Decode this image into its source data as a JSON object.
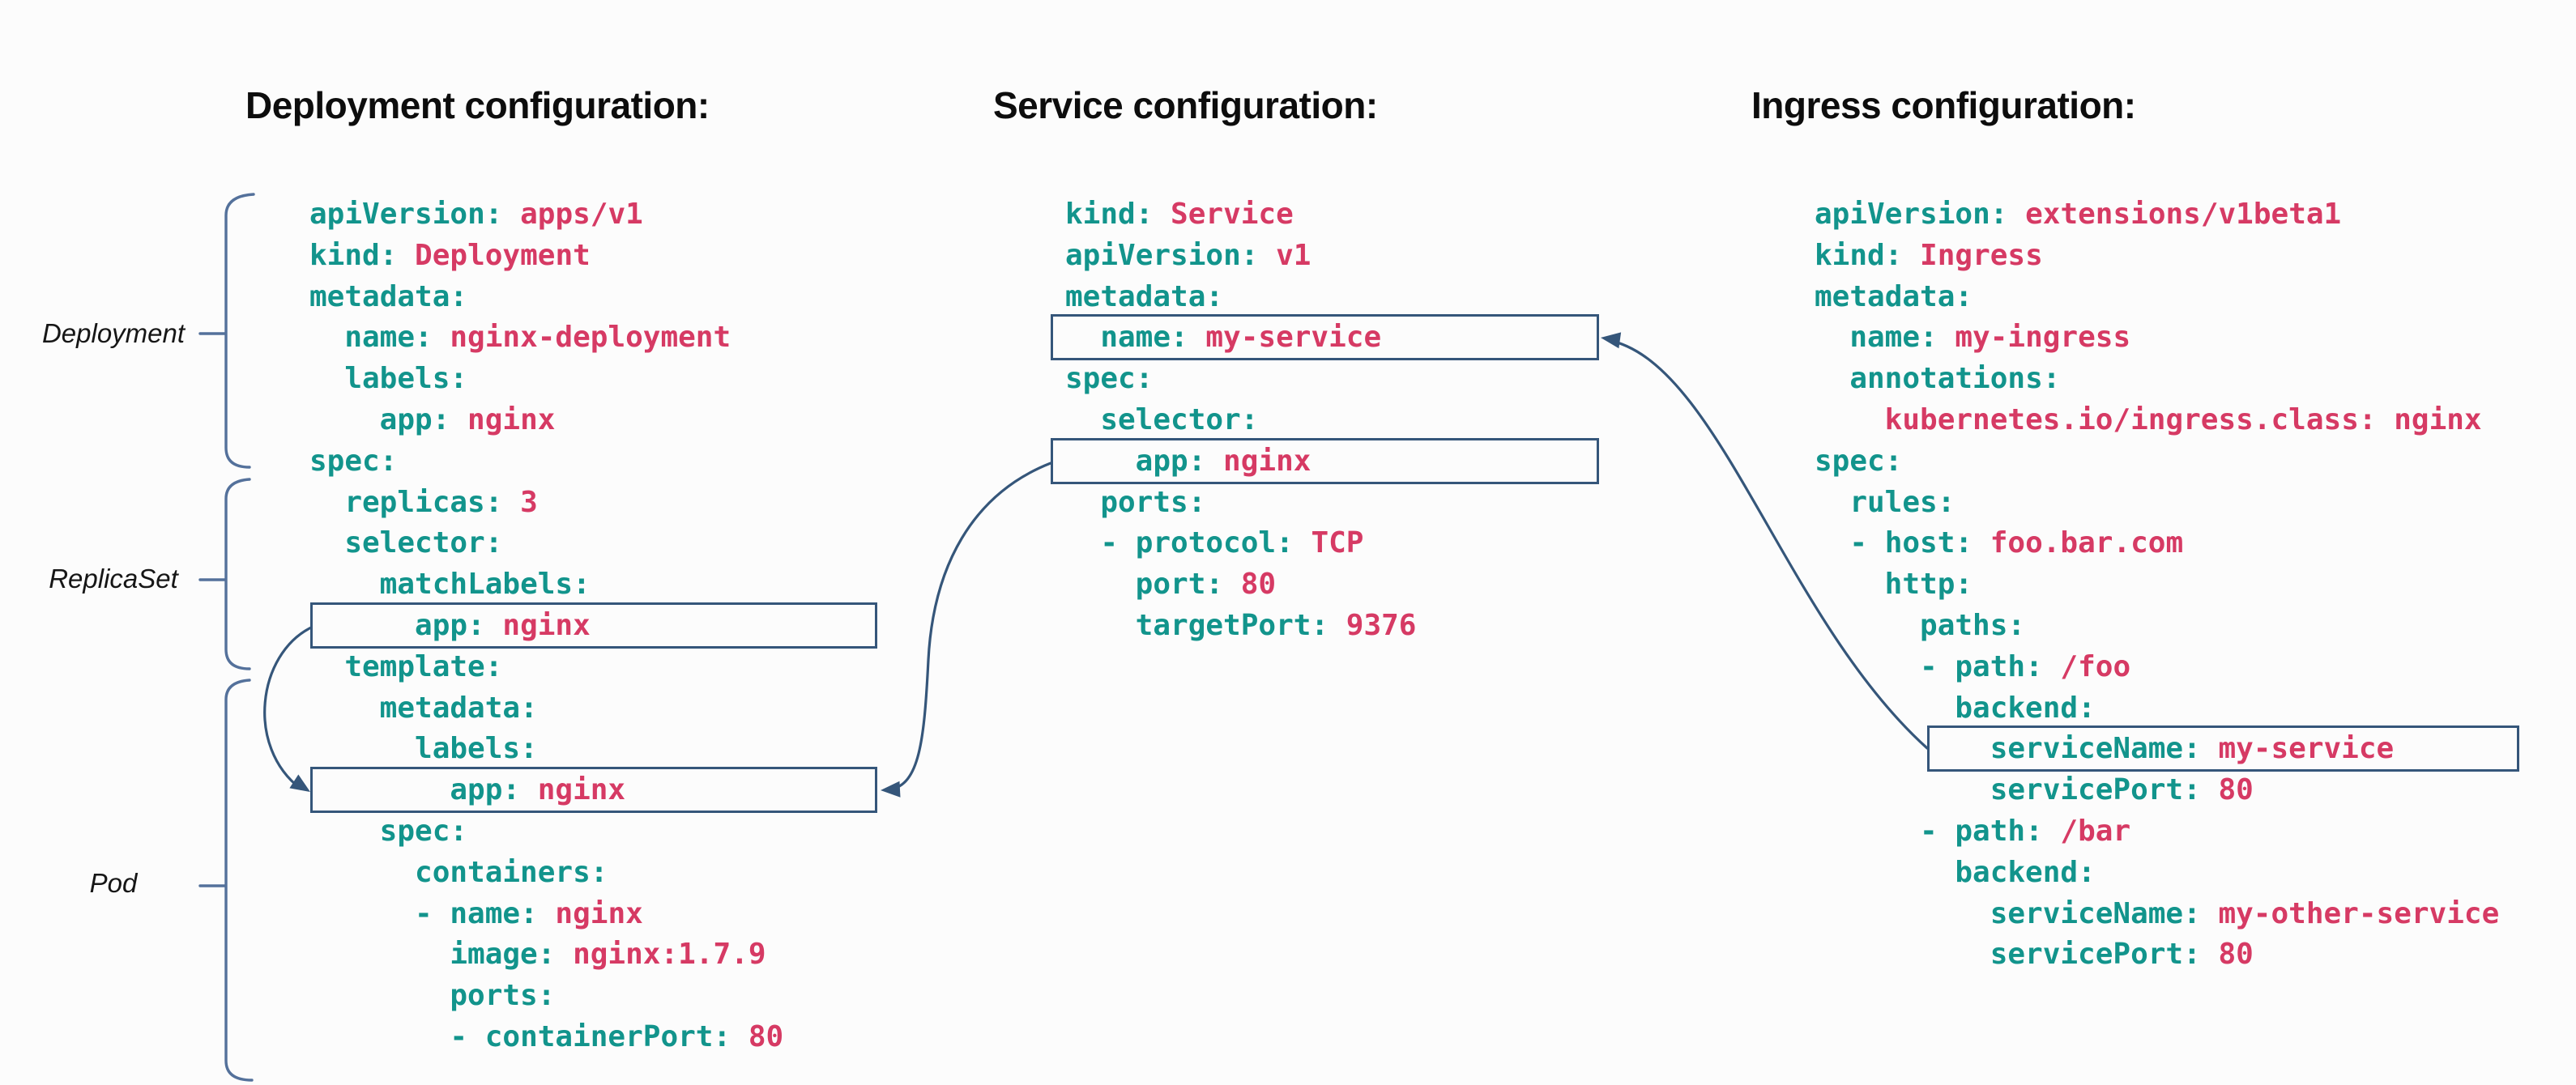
{
  "colors": {
    "key": "#12948c",
    "value": "#d63a64",
    "line": "#35567a",
    "bracket": "#54719b",
    "title": "#0d0d0d",
    "label": "#161616",
    "bg": "#fcfcfc"
  },
  "side_labels": [
    {
      "label": "Deployment"
    },
    {
      "label": "ReplicaSet"
    },
    {
      "label": "Pod"
    }
  ],
  "links": [
    {
      "from": "deployment.spec.selector.matchLabels.app",
      "to": "deployment.spec.template.metadata.labels.app"
    },
    {
      "from": "service.spec.selector.app",
      "to": "deployment.spec.template.metadata.labels.app"
    },
    {
      "from": "ingress.spec.rules.paths./foo.backend.serviceName",
      "to": "service.metadata.name"
    }
  ],
  "columns": [
    {
      "title": "Deployment configuration:",
      "lines": [
        {
          "in": 0,
          "k": "apiVersion:",
          "v": "apps/v1"
        },
        {
          "in": 0,
          "k": "kind:",
          "v": "Deployment"
        },
        {
          "in": 0,
          "k": "metadata:",
          "v": ""
        },
        {
          "in": 2,
          "k": "name:",
          "v": "nginx-deployment"
        },
        {
          "in": 2,
          "k": "labels:",
          "v": ""
        },
        {
          "in": 4,
          "k": "app:",
          "v": "nginx"
        },
        {
          "in": 0,
          "k": "spec:",
          "v": ""
        },
        {
          "in": 2,
          "k": "replicas:",
          "v": "3"
        },
        {
          "in": 2,
          "k": "selector:",
          "v": ""
        },
        {
          "in": 4,
          "k": "matchLabels:",
          "v": ""
        },
        {
          "in": 6,
          "k": "app:",
          "v": "nginx",
          "box": true
        },
        {
          "in": 2,
          "k": "template:",
          "v": ""
        },
        {
          "in": 4,
          "k": "metadata:",
          "v": ""
        },
        {
          "in": 6,
          "k": "labels:",
          "v": ""
        },
        {
          "in": 8,
          "k": "app:",
          "v": "nginx",
          "box": true
        },
        {
          "in": 4,
          "k": "spec:",
          "v": ""
        },
        {
          "in": 6,
          "k": "containers:",
          "v": ""
        },
        {
          "in": 6,
          "d": true,
          "k": "name:",
          "v": "nginx"
        },
        {
          "in": 8,
          "k": "image:",
          "v": "nginx:1.7.9"
        },
        {
          "in": 8,
          "k": "ports:",
          "v": ""
        },
        {
          "in": 8,
          "d": true,
          "k": "containerPort:",
          "v": "80"
        }
      ]
    },
    {
      "title": "Service configuration:",
      "lines": [
        {
          "in": 0,
          "k": "kind:",
          "v": "Service"
        },
        {
          "in": 0,
          "k": "apiVersion:",
          "v": "v1"
        },
        {
          "in": 0,
          "k": "metadata:",
          "v": ""
        },
        {
          "in": 2,
          "k": "name:",
          "v": "my-service",
          "box": true
        },
        {
          "in": 0,
          "k": "spec:",
          "v": ""
        },
        {
          "in": 2,
          "k": "selector:",
          "v": ""
        },
        {
          "in": 4,
          "k": "app:",
          "v": "nginx",
          "box": true
        },
        {
          "in": 2,
          "k": "ports:",
          "v": ""
        },
        {
          "in": 2,
          "d": true,
          "k": "protocol:",
          "v": "TCP"
        },
        {
          "in": 4,
          "k": "port:",
          "v": "80"
        },
        {
          "in": 4,
          "k": "targetPort:",
          "v": "9376"
        }
      ]
    },
    {
      "title": "Ingress configuration:",
      "lines": [
        {
          "in": 0,
          "k": "apiVersion:",
          "v": "extensions/v1beta1"
        },
        {
          "in": 0,
          "k": "kind:",
          "v": "Ingress"
        },
        {
          "in": 0,
          "k": "metadata:",
          "v": ""
        },
        {
          "in": 2,
          "k": "name:",
          "v": "my-ingress"
        },
        {
          "in": 2,
          "k": "annotations:",
          "v": ""
        },
        {
          "in": 4,
          "k": "kubernetes.io/ingress.class:",
          "v": "nginx",
          "rk": true
        },
        {
          "in": 0,
          "k": "spec:",
          "v": ""
        },
        {
          "in": 2,
          "k": "rules:",
          "v": ""
        },
        {
          "in": 2,
          "d": true,
          "k": "host:",
          "v": "foo.bar.com"
        },
        {
          "in": 4,
          "k": "http:",
          "v": ""
        },
        {
          "in": 6,
          "k": "paths:",
          "v": ""
        },
        {
          "in": 6,
          "d": true,
          "k": "path:",
          "v": "/foo"
        },
        {
          "in": 8,
          "k": "backend:",
          "v": ""
        },
        {
          "in": 10,
          "k": "serviceName:",
          "v": "my-service",
          "box": true
        },
        {
          "in": 10,
          "k": "servicePort:",
          "v": "80"
        },
        {
          "in": 6,
          "d": true,
          "k": "path:",
          "v": "/bar"
        },
        {
          "in": 8,
          "k": "backend:",
          "v": ""
        },
        {
          "in": 10,
          "k": "serviceName:",
          "v": "my-other-service"
        },
        {
          "in": 10,
          "k": "servicePort:",
          "v": "80"
        }
      ]
    }
  ]
}
